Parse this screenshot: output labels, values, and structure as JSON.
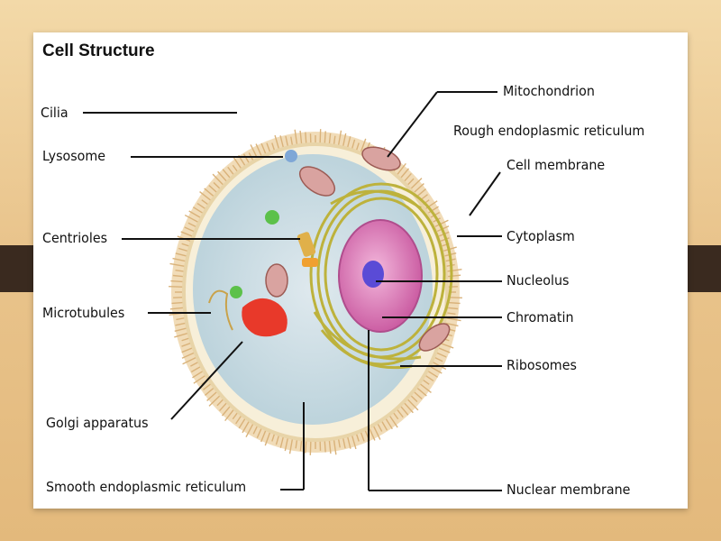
{
  "title": "Cell Structure",
  "labels": {
    "cilia": "Cilia",
    "lysosome": "Lysosome",
    "centrioles": "Centrioles",
    "microtubules": "Microtubules",
    "golgi": "Golgi apparatus",
    "smooth_er": "Smooth endoplasmic reticulum",
    "mitochondrion": "Mitochondrion",
    "rough_er": "Rough endoplasmic reticulum",
    "cell_membrane": "Cell membrane",
    "cytoplasm": "Cytoplasm",
    "nucleolus": "Nucleolus",
    "chromatin": "Chromatin",
    "ribosomes": "Ribosomes",
    "nuclear_membrane": "Nuclear membrane"
  },
  "colors": {
    "background": "#e9c48c",
    "side_band": "#3a2a1f",
    "cilia": "#e8c99a",
    "cytoplasm": "#c9dce4",
    "nucleus": "#d87ab8",
    "nucleolus": "#5a4bd6",
    "golgi": "#e8392a",
    "rough_er": "#c9c24a",
    "leader_lines": "#111111"
  }
}
